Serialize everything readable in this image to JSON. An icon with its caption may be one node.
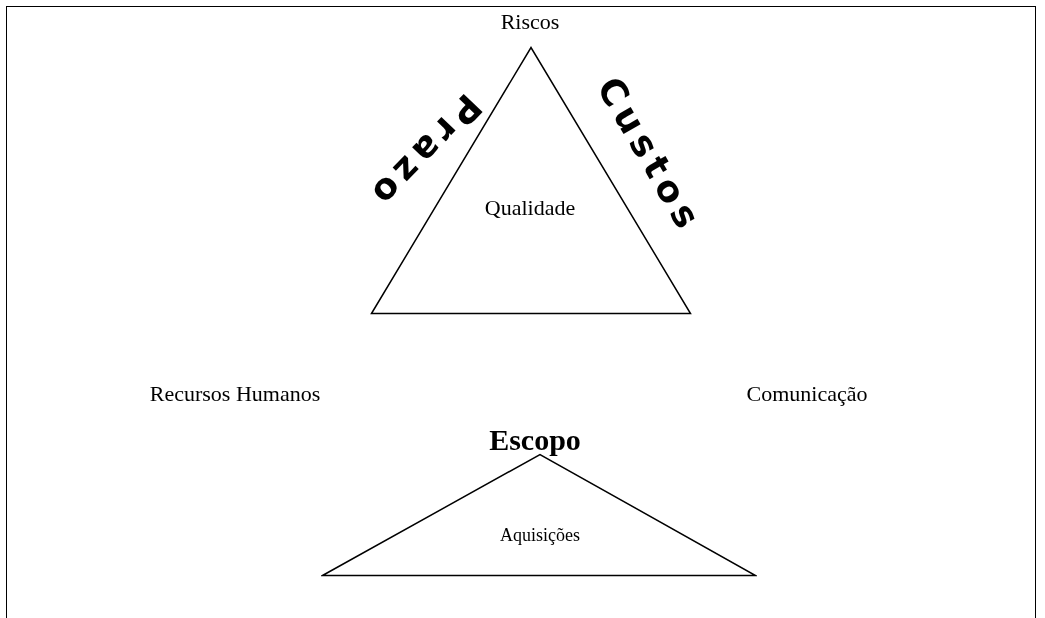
{
  "diagram": {
    "nodes": [
      {
        "text": [
          "Qualidade"
        ]
      },
      {
        "text": [
          "Aquisições"
        ]
      }
    ],
    "labels": [
      "Riscos",
      "Prazo",
      "Custos",
      "Recursos Humanos",
      "Comunicação",
      "Escopo"
    ]
  }
}
